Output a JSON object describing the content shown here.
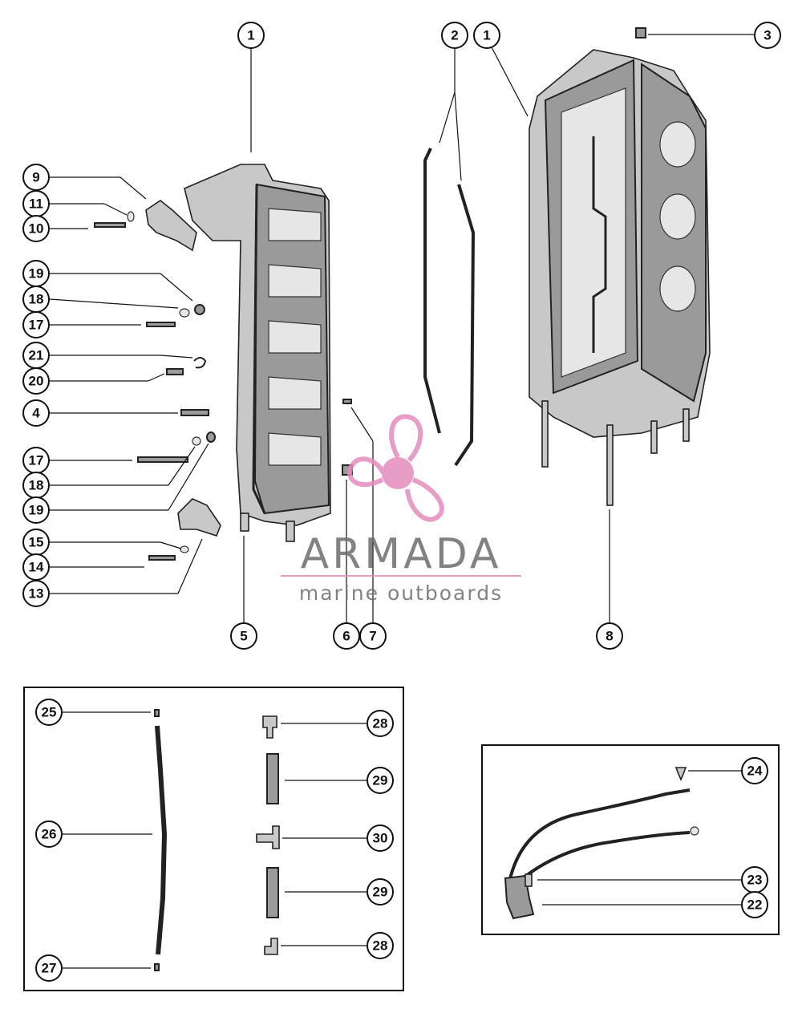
{
  "callouts": [
    {
      "id": "c1a",
      "label": "1"
    },
    {
      "id": "c2",
      "label": "2"
    },
    {
      "id": "c1b",
      "label": "1"
    },
    {
      "id": "c3",
      "label": "3"
    },
    {
      "id": "c9",
      "label": "9"
    },
    {
      "id": "c11",
      "label": "11"
    },
    {
      "id": "c10",
      "label": "10"
    },
    {
      "id": "c19a",
      "label": "19"
    },
    {
      "id": "c18a",
      "label": "18"
    },
    {
      "id": "c17a",
      "label": "17"
    },
    {
      "id": "c21",
      "label": "21"
    },
    {
      "id": "c20",
      "label": "20"
    },
    {
      "id": "c4",
      "label": "4"
    },
    {
      "id": "c17b",
      "label": "17"
    },
    {
      "id": "c18b",
      "label": "18"
    },
    {
      "id": "c19b",
      "label": "19"
    },
    {
      "id": "c15",
      "label": "15"
    },
    {
      "id": "c14",
      "label": "14"
    },
    {
      "id": "c13",
      "label": "13"
    },
    {
      "id": "c5",
      "label": "5"
    },
    {
      "id": "c6",
      "label": "6"
    },
    {
      "id": "c7",
      "label": "7"
    },
    {
      "id": "c8",
      "label": "8"
    },
    {
      "id": "c25",
      "label": "25"
    },
    {
      "id": "c26",
      "label": "26"
    },
    {
      "id": "c27",
      "label": "27"
    },
    {
      "id": "c28a",
      "label": "28"
    },
    {
      "id": "c29a",
      "label": "29"
    },
    {
      "id": "c30",
      "label": "30"
    },
    {
      "id": "c29b",
      "label": "29"
    },
    {
      "id": "c28b",
      "label": "28"
    },
    {
      "id": "c24",
      "label": "24"
    },
    {
      "id": "c23",
      "label": "23"
    },
    {
      "id": "c22",
      "label": "22"
    }
  ],
  "watermark": {
    "brand": "ARMADA",
    "tagline": "marine outboards",
    "logo_icon": "propeller-logo-icon",
    "logo_color": "#e58cbd"
  }
}
